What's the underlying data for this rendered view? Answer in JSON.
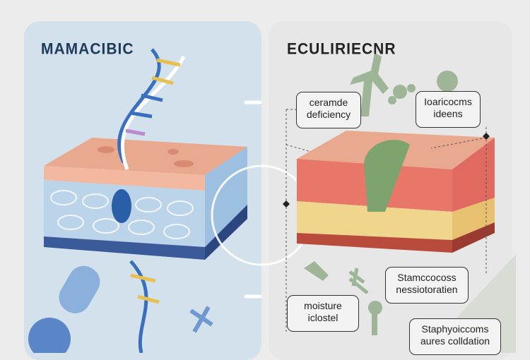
{
  "left_panel": {
    "title": "MAMACIBIC",
    "title_color": "#1e3a5a"
  },
  "right_panel": {
    "title": "ECULIRIECNR",
    "labels": [
      {
        "line1": "ceramde",
        "line2": "deficiency"
      },
      {
        "line1": "Ioaricocms",
        "line2": "ideens"
      },
      {
        "line1": "Stamccocoss",
        "line2": "nessiotoratien"
      },
      {
        "line1": "moisture",
        "line2": "iclostel"
      },
      {
        "line1": "Staphyoiccoms",
        "line2": "aures colldation"
      }
    ]
  }
}
